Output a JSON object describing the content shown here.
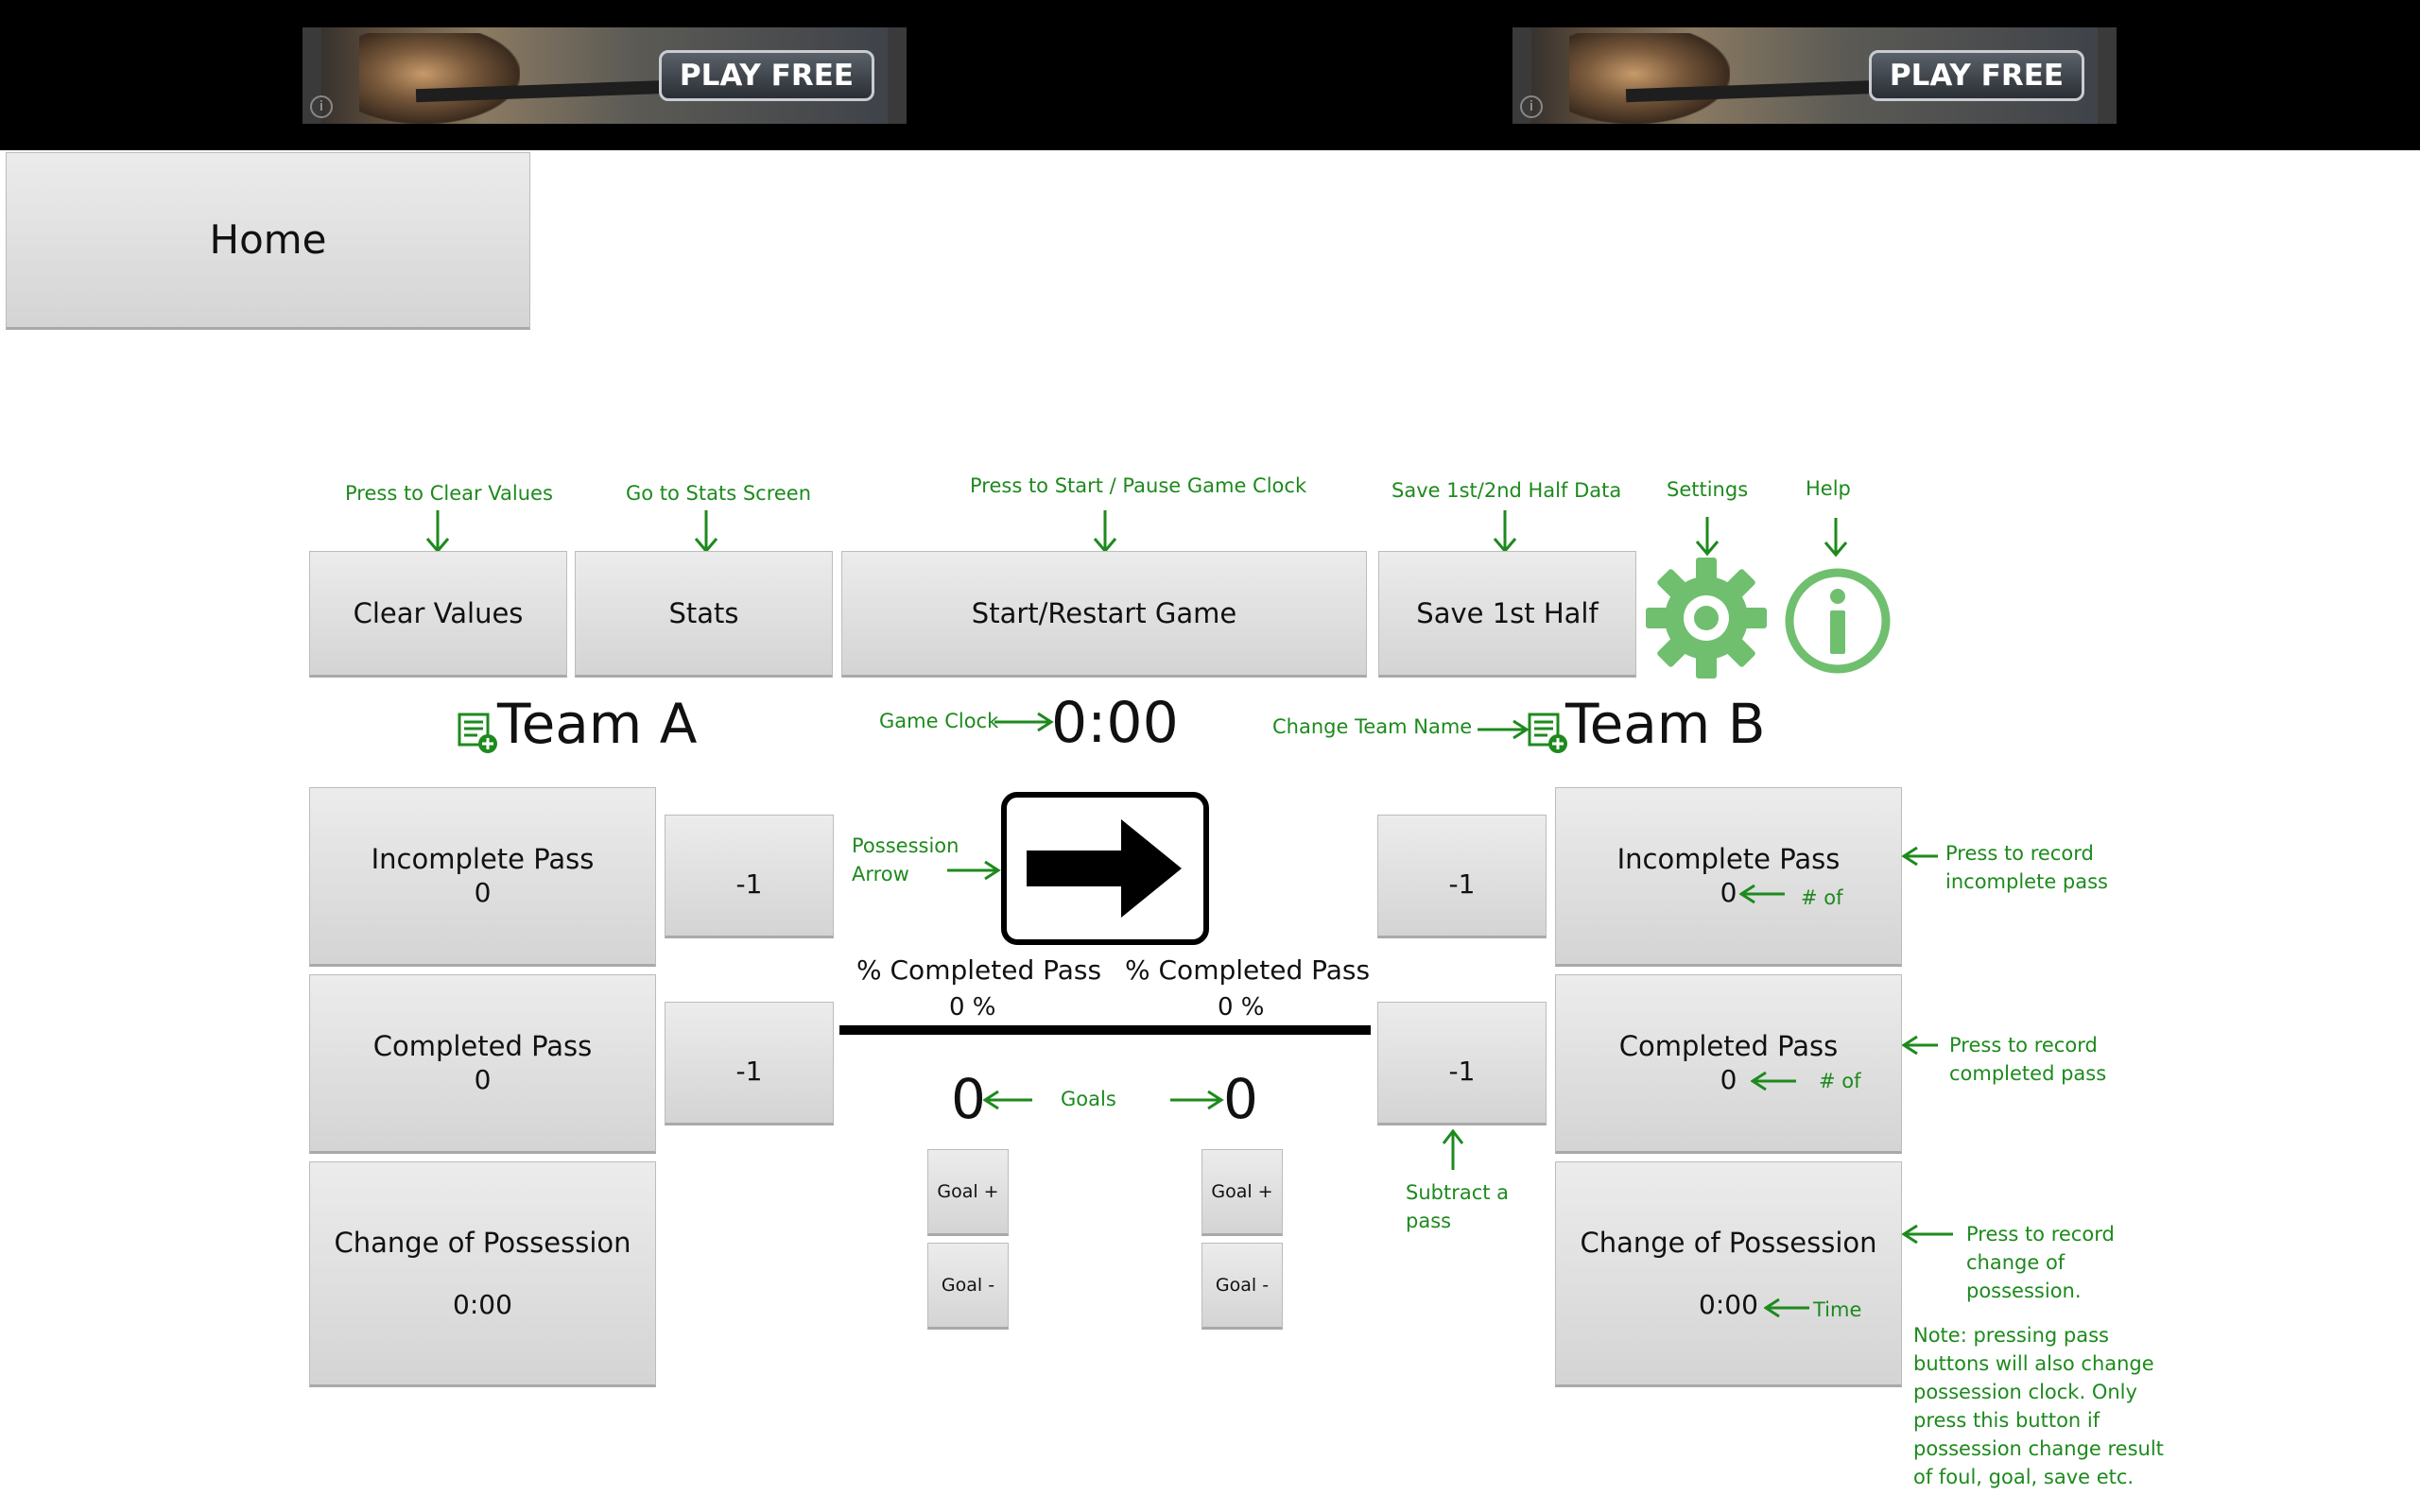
{
  "ads": [
    {
      "cta": "PLAY FREE",
      "info_glyph": "i"
    },
    {
      "cta": "PLAY FREE",
      "info_glyph": "i"
    }
  ],
  "home_label": "Home",
  "toolbar": {
    "clear_label": "Clear Values",
    "stats_label": "Stats",
    "start_label": "Start/Restart Game",
    "save_label": "Save 1st Half",
    "settings_icon": "gear-icon",
    "help_icon": "info-icon"
  },
  "hints": {
    "clear": "Press to Clear Values",
    "stats": "Go to Stats Screen",
    "start": "Press to Start / Pause Game Clock",
    "save": "Save 1st/2nd Half Data",
    "settings": "Settings",
    "help": "Help",
    "game_clock": "Game Clock",
    "change_team": "Change Team Name",
    "possession_arrow": "Possession Arrow",
    "goals": "Goals",
    "subtract": "Subtract a pass",
    "record_incomplete": "Press to record incomplete pass",
    "record_completed": "Press to record completed pass",
    "record_possession": "Press to record change of possession.",
    "count_of_1": "# of",
    "count_of_2": "# of",
    "time": "Time",
    "note": "Note: pressing pass buttons will also change possession clock.  Only press this button if possession change result of foul, goal, save etc."
  },
  "game_clock": "0:00",
  "colors": {
    "accent_green": "#1d8a1d",
    "icon_green": "#6fbf6f"
  },
  "team_a": {
    "name": "Team A",
    "incomplete_label": "Incomplete Pass",
    "incomplete_value": "0",
    "completed_label": "Completed Pass",
    "completed_value": "0",
    "possession_label": "Change of Possession",
    "possession_value": "0:00",
    "minus_label": "-1",
    "pct_label": "% Completed Pass",
    "pct_value": "0 %",
    "goals": "0",
    "goal_plus": "Goal +",
    "goal_minus": "Goal -"
  },
  "team_b": {
    "name": "Team B",
    "incomplete_label": "Incomplete Pass",
    "incomplete_value": "0",
    "completed_label": "Completed Pass",
    "completed_value": "0",
    "possession_label": "Change of Possession",
    "possession_value": "0:00",
    "minus_label": "-1",
    "pct_label": "% Completed Pass",
    "pct_value": "0 %",
    "goals": "0",
    "goal_plus": "Goal +",
    "goal_minus": "Goal -"
  }
}
